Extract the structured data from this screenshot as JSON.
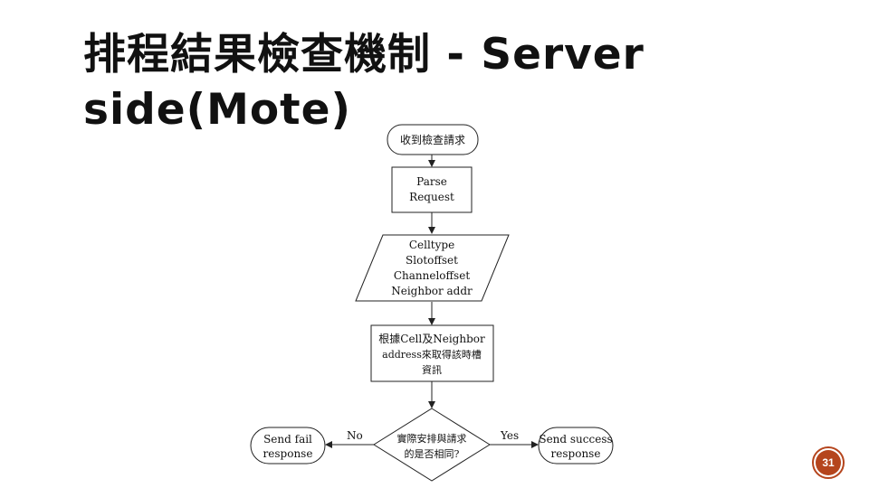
{
  "slide": {
    "title_line1": "排程結果檢查機制 - Server",
    "title_line2": "side(Mote)",
    "page_number": "31",
    "accent_color": "#b5451d"
  },
  "flowchart": {
    "start": "收到檢查請求",
    "parse_1": "Parse",
    "parse_2": "Request",
    "data_1": "Celltype",
    "data_2": "Slotoffset",
    "data_3": "Channeloffset",
    "data_4": "Neighbor addr",
    "lookup_1": "根據Cell及Neighbor",
    "lookup_2": "address來取得該時槽",
    "lookup_3": "資訊",
    "decision_1": "實際安排與請求",
    "decision_2": "的是否相同?",
    "no_label": "No",
    "yes_label": "Yes",
    "fail_1": "Send fail",
    "fail_2": "response",
    "success_1": "Send success",
    "success_2": "response"
  }
}
